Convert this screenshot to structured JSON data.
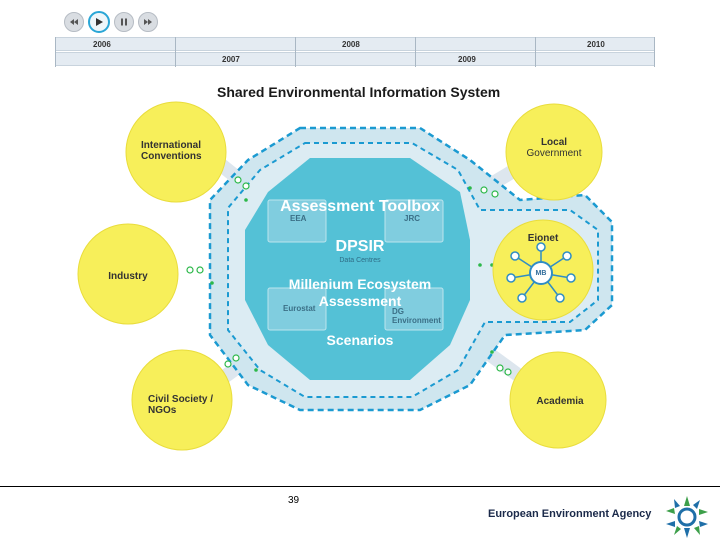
{
  "controls": {
    "rewind_icon": "rewind-icon",
    "play_icon": "play-icon",
    "pause_icon": "pause-icon",
    "forward_icon": "fast-forward-icon"
  },
  "timeline": {
    "years_top": [
      "2006",
      "2008",
      "2010"
    ],
    "years_bottom": [
      "2007",
      "2009"
    ]
  },
  "title": "Shared Environmental Information System",
  "nodes": {
    "international": [
      "International",
      "Conventions"
    ],
    "local": [
      "Local",
      "Government"
    ],
    "industry": "Industry",
    "civil": [
      "Civil Society /",
      "NGOs"
    ],
    "academia": "Academia",
    "eionet": "Eionet",
    "mb": "MB"
  },
  "center": {
    "toolbox": "Assessment Toolbox",
    "dpsir": "DPSIR",
    "data_centres": "Data Centres",
    "millenium": [
      "Millenium Ecosystem",
      "Assessment"
    ],
    "scenarios": "Scenarios",
    "eea": "EEA",
    "jrc": "JRC",
    "eurostat": "Eurostat",
    "dg": [
      "DG",
      "Environment"
    ]
  },
  "footer": {
    "page": "39",
    "agency": "European Environment Agency"
  },
  "colors": {
    "yellow_node": "#f7ef5a",
    "octagon": "#3fb8d1",
    "ring": "#c6e3ee",
    "dashed": "#1b9ad1",
    "connector_dots": "#2db84a"
  }
}
